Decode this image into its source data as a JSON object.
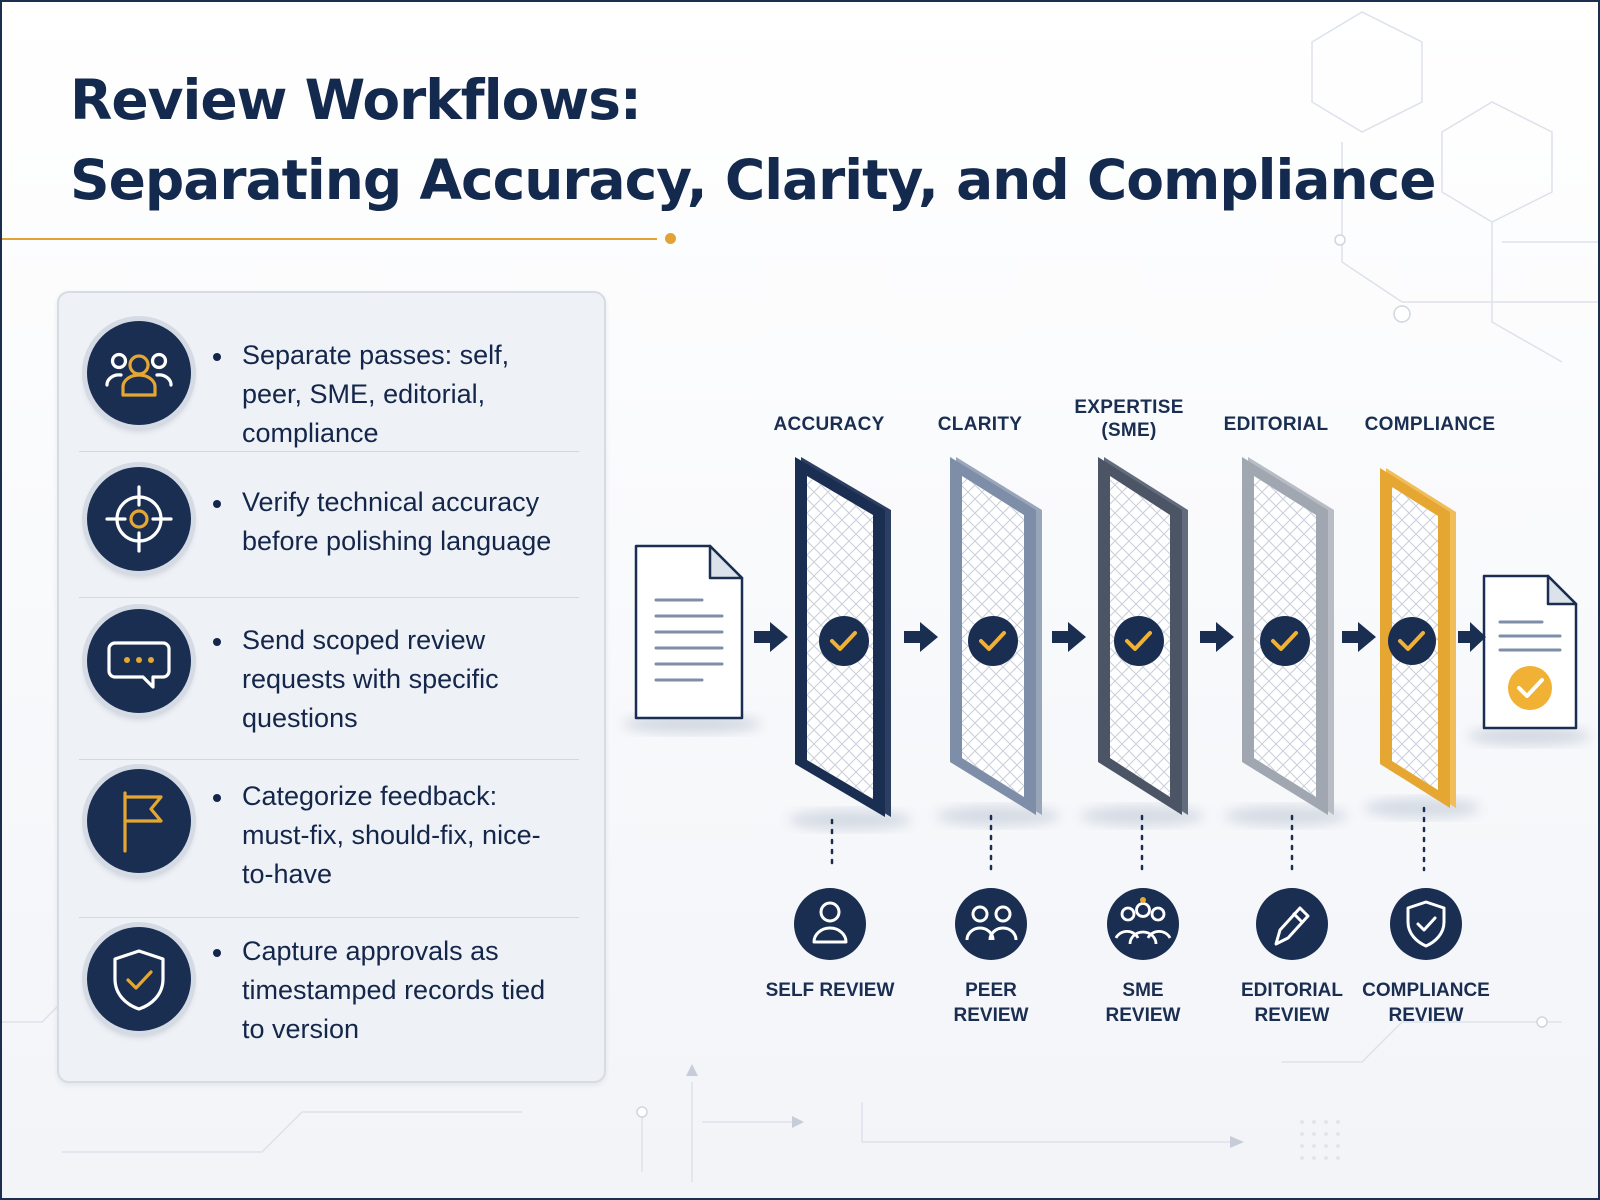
{
  "title": {
    "line1": "Review Workflows:",
    "line2": "Separating Accuracy, Clarity, and Compliance"
  },
  "panel": {
    "items": [
      {
        "icon": "users-group-icon",
        "text": "Separate passes: self, peer, SME, editorial, compliance"
      },
      {
        "icon": "crosshair-target-icon",
        "text": "Verify technical accuracy before polishing language"
      },
      {
        "icon": "chat-bubble-icon",
        "text": "Send scoped review requests with specific questions"
      },
      {
        "icon": "flag-icon",
        "text": "Categorize feedback: must-fix, should-fix, nice-to-have"
      },
      {
        "icon": "shield-check-icon",
        "text": "Capture approvals as timestamped records tied to version"
      }
    ]
  },
  "stages": [
    {
      "label": "ACCURACY",
      "reviewer": "SELF REVIEW",
      "reviewer_icon": "person-icon",
      "frame_color": "#1a2e52"
    },
    {
      "label": "CLARITY",
      "reviewer": "PEER REVIEW",
      "reviewer_icon": "two-people-icon",
      "frame_color": "#7f8ea8"
    },
    {
      "label": "EXPERTISE (SME)",
      "reviewer": "SME REVIEW",
      "reviewer_icon": "group-icon",
      "frame_color": "#4b5566"
    },
    {
      "label": "EDITORIAL",
      "reviewer": "EDITORIAL REVIEW",
      "reviewer_icon": "pencil-icon",
      "frame_color": "#a1a7b1"
    },
    {
      "label": "COMPLIANCE",
      "reviewer": "COMPLIANCE REVIEW",
      "reviewer_icon": "shield-check-icon",
      "frame_color": "#e5a732"
    }
  ],
  "colors": {
    "navy": "#1a2e52",
    "accent": "#e3a234",
    "check": "#f0b135"
  }
}
